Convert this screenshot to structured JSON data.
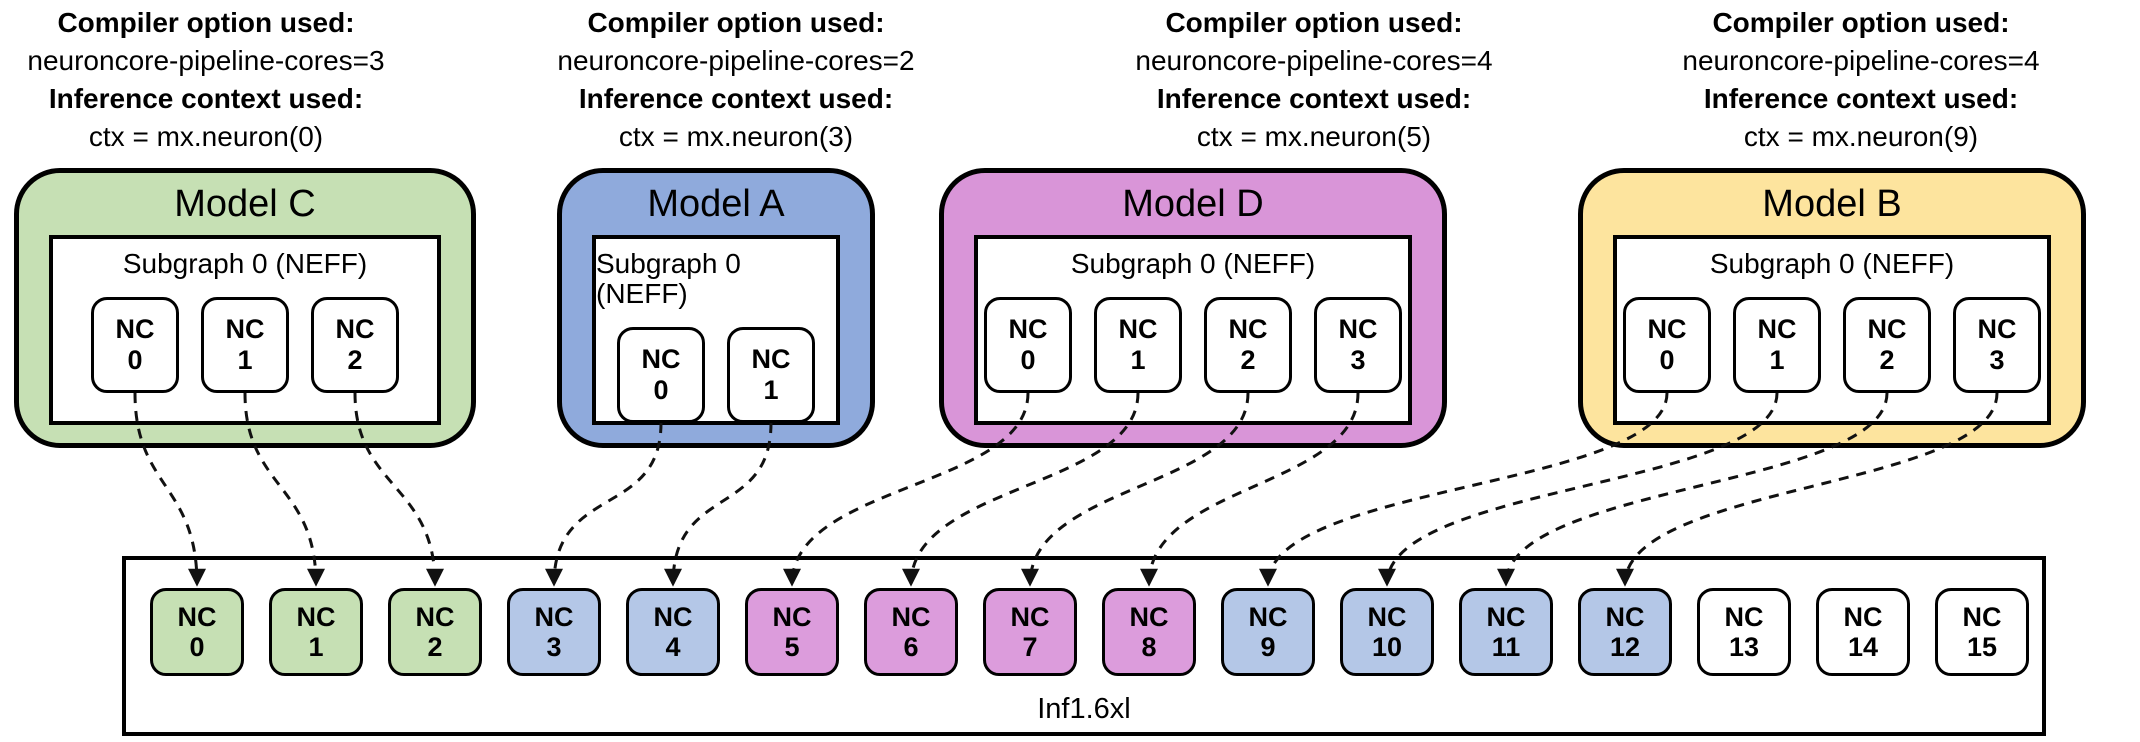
{
  "headers": [
    {
      "compiler_label": "Compiler option used:",
      "compiler_value": "neuroncore-pipeline-cores=3",
      "inference_label": "Inference context used:",
      "inference_value": "ctx = mx.neuron(0)"
    },
    {
      "compiler_label": "Compiler option used:",
      "compiler_value": "neuroncore-pipeline-cores=2",
      "inference_label": "Inference context used:",
      "inference_value": "ctx = mx.neuron(3)"
    },
    {
      "compiler_label": "Compiler option used:",
      "compiler_value": "neuroncore-pipeline-cores=4",
      "inference_label": "Inference context used:",
      "inference_value": "ctx = mx.neuron(5)"
    },
    {
      "compiler_label": "Compiler option used:",
      "compiler_value": "neuroncore-pipeline-cores=4",
      "inference_label": "Inference context used:",
      "inference_value": "ctx = mx.neuron(9)"
    }
  ],
  "models": [
    {
      "title": "Model C",
      "fill": "#c6e0b4",
      "subgraph_label": "Subgraph 0 (NEFF)",
      "cores": [
        {
          "prefix": "NC",
          "num": "0"
        },
        {
          "prefix": "NC",
          "num": "1"
        },
        {
          "prefix": "NC",
          "num": "2"
        }
      ]
    },
    {
      "title": "Model A",
      "fill": "#8faadc",
      "subgraph_label": "Subgraph 0 (NEFF)",
      "cores": [
        {
          "prefix": "NC",
          "num": "0"
        },
        {
          "prefix": "NC",
          "num": "1"
        }
      ]
    },
    {
      "title": "Model D",
      "fill": "#d995d8",
      "subgraph_label": "Subgraph 0 (NEFF)",
      "cores": [
        {
          "prefix": "NC",
          "num": "0"
        },
        {
          "prefix": "NC",
          "num": "1"
        },
        {
          "prefix": "NC",
          "num": "2"
        },
        {
          "prefix": "NC",
          "num": "3"
        }
      ]
    },
    {
      "title": "Model B",
      "fill": "#fde49e",
      "subgraph_label": "Subgraph 0 (NEFF)",
      "cores": [
        {
          "prefix": "NC",
          "num": "0"
        },
        {
          "prefix": "NC",
          "num": "1"
        },
        {
          "prefix": "NC",
          "num": "2"
        },
        {
          "prefix": "NC",
          "num": "3"
        }
      ]
    }
  ],
  "instance": {
    "label": "Inf1.6xl",
    "cores": [
      {
        "prefix": "NC",
        "num": "0",
        "fill": "#c6e0b4"
      },
      {
        "prefix": "NC",
        "num": "1",
        "fill": "#c6e0b4"
      },
      {
        "prefix": "NC",
        "num": "2",
        "fill": "#c6e0b4"
      },
      {
        "prefix": "NC",
        "num": "3",
        "fill": "#b4c7e7"
      },
      {
        "prefix": "NC",
        "num": "4",
        "fill": "#b4c7e7"
      },
      {
        "prefix": "NC",
        "num": "5",
        "fill": "#dc9cdc"
      },
      {
        "prefix": "NC",
        "num": "6",
        "fill": "#dc9cdc"
      },
      {
        "prefix": "NC",
        "num": "7",
        "fill": "#dc9cdc"
      },
      {
        "prefix": "NC",
        "num": "8",
        "fill": "#dc9cdc"
      },
      {
        "prefix": "NC",
        "num": "9",
        "fill": "#b4c7e7"
      },
      {
        "prefix": "NC",
        "num": "10",
        "fill": "#b4c7e7"
      },
      {
        "prefix": "NC",
        "num": "11",
        "fill": "#b4c7e7"
      },
      {
        "prefix": "NC",
        "num": "12",
        "fill": "#b4c7e7"
      },
      {
        "prefix": "NC",
        "num": "13",
        "fill": "#ffffff"
      },
      {
        "prefix": "NC",
        "num": "14",
        "fill": "#ffffff"
      },
      {
        "prefix": "NC",
        "num": "15",
        "fill": "#ffffff"
      }
    ]
  },
  "mappings": [
    {
      "model": "Model C",
      "model_core": "NC 0",
      "instance_core": "NC 0",
      "model_index": 0,
      "model_core_index": 0,
      "instance_core_index": 0
    },
    {
      "model": "Model C",
      "model_core": "NC 1",
      "instance_core": "NC 1",
      "model_index": 0,
      "model_core_index": 1,
      "instance_core_index": 1
    },
    {
      "model": "Model C",
      "model_core": "NC 2",
      "instance_core": "NC 2",
      "model_index": 0,
      "model_core_index": 2,
      "instance_core_index": 2
    },
    {
      "model": "Model A",
      "model_core": "NC 0",
      "instance_core": "NC 3",
      "model_index": 1,
      "model_core_index": 0,
      "instance_core_index": 3
    },
    {
      "model": "Model A",
      "model_core": "NC 1",
      "instance_core": "NC 4",
      "model_index": 1,
      "model_core_index": 1,
      "instance_core_index": 4
    },
    {
      "model": "Model D",
      "model_core": "NC 0",
      "instance_core": "NC 5",
      "model_index": 2,
      "model_core_index": 0,
      "instance_core_index": 5
    },
    {
      "model": "Model D",
      "model_core": "NC 1",
      "instance_core": "NC 6",
      "model_index": 2,
      "model_core_index": 1,
      "instance_core_index": 6
    },
    {
      "model": "Model D",
      "model_core": "NC 2",
      "instance_core": "NC 7",
      "model_index": 2,
      "model_core_index": 2,
      "instance_core_index": 7
    },
    {
      "model": "Model D",
      "model_core": "NC 3",
      "instance_core": "NC 8",
      "model_index": 2,
      "model_core_index": 3,
      "instance_core_index": 8
    },
    {
      "model": "Model B",
      "model_core": "NC 0",
      "instance_core": "NC 9",
      "model_index": 3,
      "model_core_index": 0,
      "instance_core_index": 9
    },
    {
      "model": "Model B",
      "model_core": "NC 1",
      "instance_core": "NC 10",
      "model_index": 3,
      "model_core_index": 1,
      "instance_core_index": 10
    },
    {
      "model": "Model B",
      "model_core": "NC 2",
      "instance_core": "NC 11",
      "model_index": 3,
      "model_core_index": 2,
      "instance_core_index": 11
    },
    {
      "model": "Model B",
      "model_core": "NC 3",
      "instance_core": "NC 12",
      "model_index": 3,
      "model_core_index": 3,
      "instance_core_index": 12
    }
  ]
}
